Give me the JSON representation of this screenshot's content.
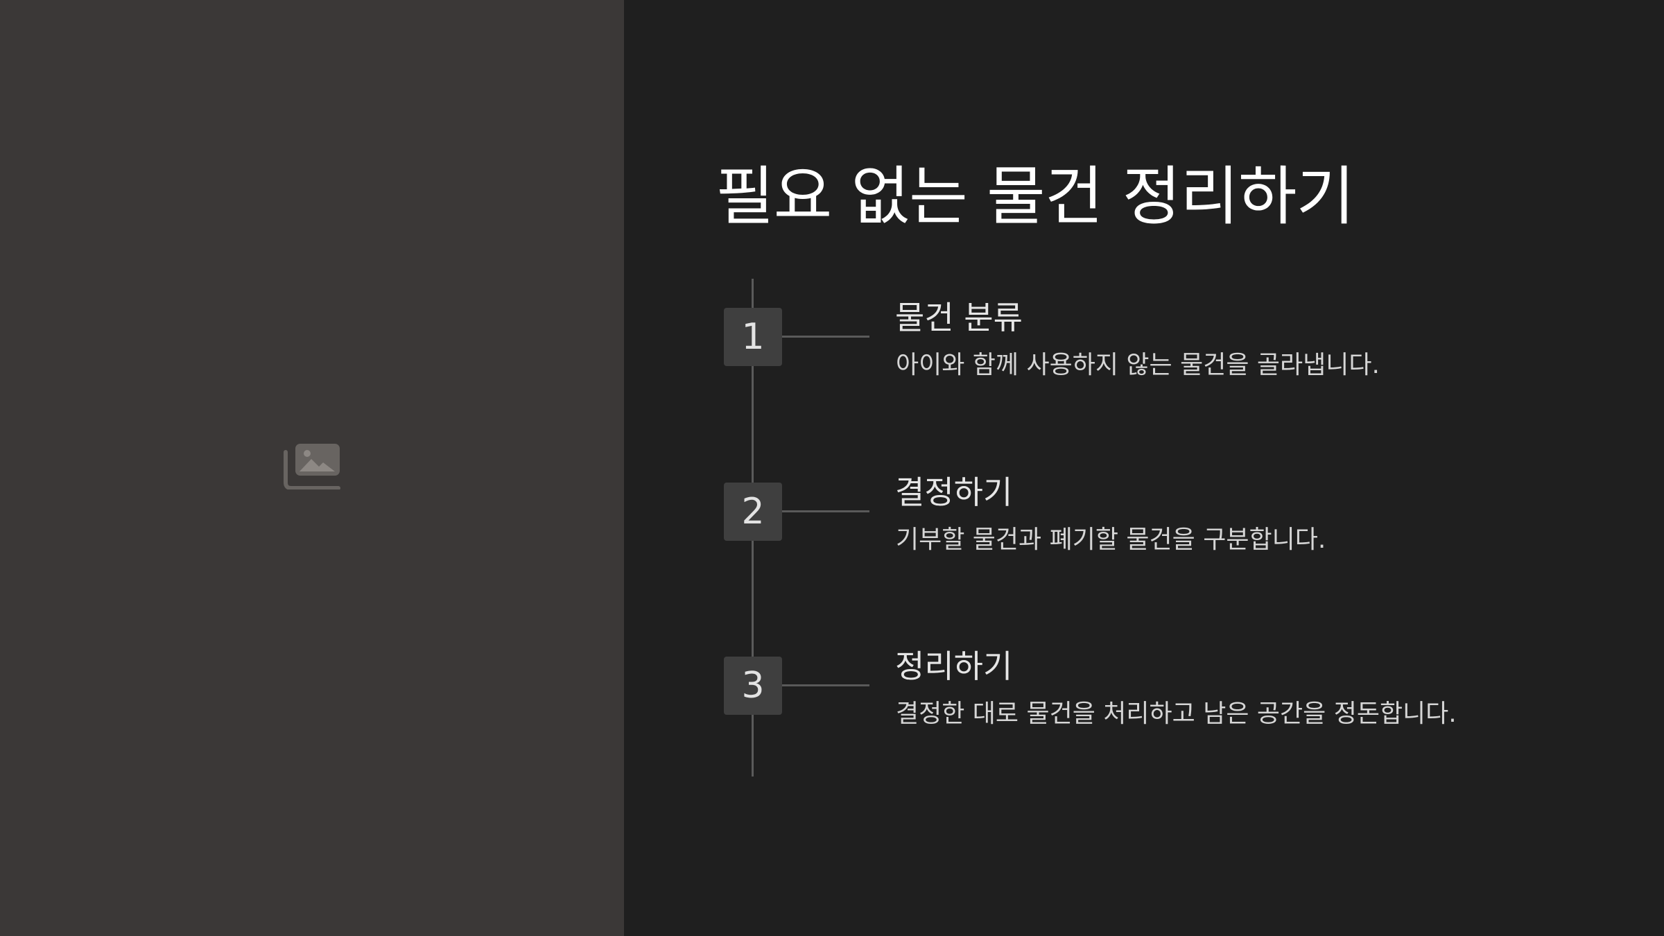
{
  "slide": {
    "title": "필요 없는 물건 정리하기",
    "image_placeholder_icon": "image-stack-icon"
  },
  "timeline": {
    "steps": [
      {
        "number": "1",
        "title": "물건 분류",
        "description": "아이와 함께 사용하지 않는 물건을 골라냅니다."
      },
      {
        "number": "2",
        "title": "결정하기",
        "description": "기부할 물건과 폐기할 물건을 구분합니다."
      },
      {
        "number": "3",
        "title": "정리하기",
        "description": "결정한 대로 물건을 처리하고 남은 공간을 정돈합니다."
      }
    ]
  },
  "colors": {
    "left_panel": "#3b3837",
    "right_background": "#1f1f1f",
    "title_text": "#ffffff",
    "timeline_line": "#5a5a5a",
    "number_box": "#3f3f3f"
  }
}
